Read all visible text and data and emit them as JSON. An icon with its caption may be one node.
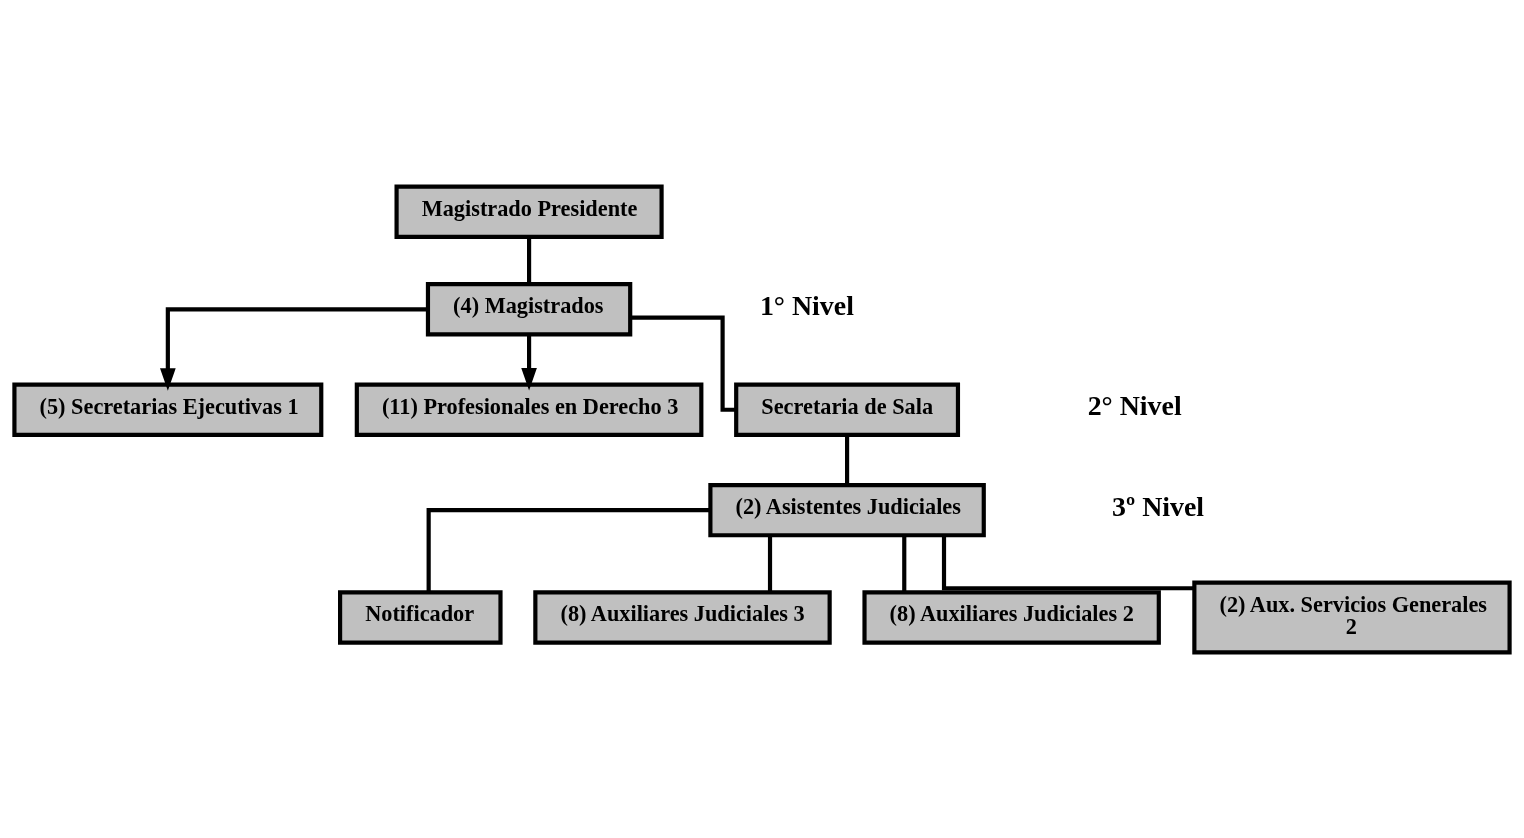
{
  "diagram": {
    "nodes": [
      {
        "text": [
          "Magistrado Presidente"
        ]
      },
      {
        "text": [
          "(4) Magistrados"
        ]
      },
      {
        "text": [
          "(11) Profesionales en Derecho 3"
        ]
      },
      {
        "text": [
          "(5) Secretarias Ejecutivas 1"
        ]
      },
      {
        "text": [
          "Secretaria de Sala"
        ]
      },
      {
        "text": [
          "(2) Asistentes Judiciales"
        ]
      },
      {
        "text": [
          "Notificador"
        ]
      },
      {
        "text": [
          "(8) Auxiliares Judiciales 3"
        ]
      },
      {
        "text": [
          "(8) Auxiliares Judiciales 2"
        ]
      },
      {
        "text": [
          "(2) Aux. Servicios Generales 2"
        ]
      }
    ],
    "edges": [
      {
        "from": 0,
        "to": 1,
        "arrow": "none"
      },
      {
        "from": 1,
        "to": 2,
        "arrow": "to"
      },
      {
        "from": 1,
        "to": 3,
        "arrow": "to"
      },
      {
        "from": 1,
        "to": 4,
        "arrow": "none"
      },
      {
        "from": 4,
        "to": 5,
        "arrow": "none"
      },
      {
        "from": 5,
        "to": 6,
        "arrow": "none"
      },
      {
        "from": 5,
        "to": 7,
        "arrow": "none"
      },
      {
        "from": 5,
        "to": 8,
        "arrow": "none"
      },
      {
        "from": 5,
        "to": 9,
        "arrow": "none"
      }
    ],
    "labels": [
      "1° Nivel",
      "2° Nivel",
      "3º Nivel"
    ]
  }
}
